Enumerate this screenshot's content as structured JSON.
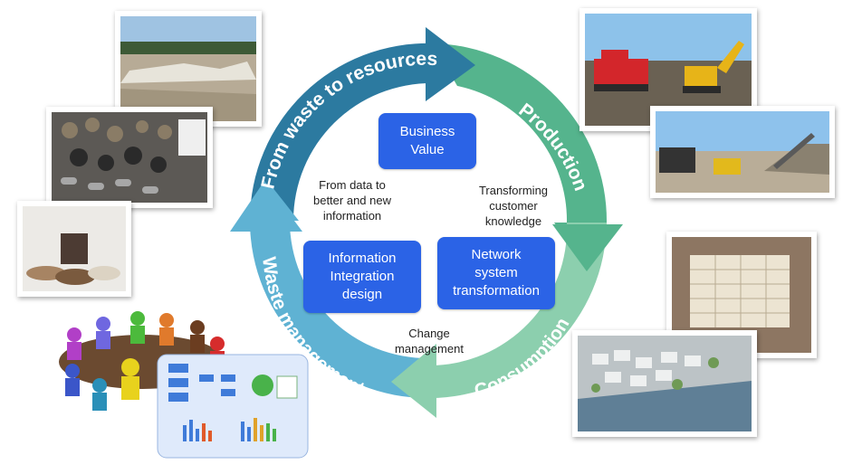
{
  "cycle": {
    "segments": [
      {
        "label": "From waste to resources",
        "color": "#2c7aa0"
      },
      {
        "label": "Production",
        "color": "#55b48d"
      },
      {
        "label": "Consumption",
        "color": "#8ccfae"
      },
      {
        "label": "Waste management",
        "color": "#5fb2d3"
      }
    ]
  },
  "center": {
    "boxes": [
      {
        "label": "Business\nValue"
      },
      {
        "label": "Information\nIntegration\ndesign"
      },
      {
        "label": "Network\nsystem\ntransformation"
      }
    ],
    "notes": [
      {
        "text": "From data to\nbetter and new\ninformation"
      },
      {
        "text": "Transforming\ncustomer\nknowledge"
      },
      {
        "text": "Change\nmanagement"
      }
    ],
    "box_color": "#2b63e6"
  },
  "photos": {
    "left": [
      "quarry-photo",
      "aggregate-pellets-photo",
      "material-samples-photo",
      "team-meeting-illustration"
    ],
    "right": [
      "crushing-machinery-photo",
      "loader-and-conveyor-photo",
      "brick-pallet-photo",
      "city-aerial-photo"
    ]
  }
}
